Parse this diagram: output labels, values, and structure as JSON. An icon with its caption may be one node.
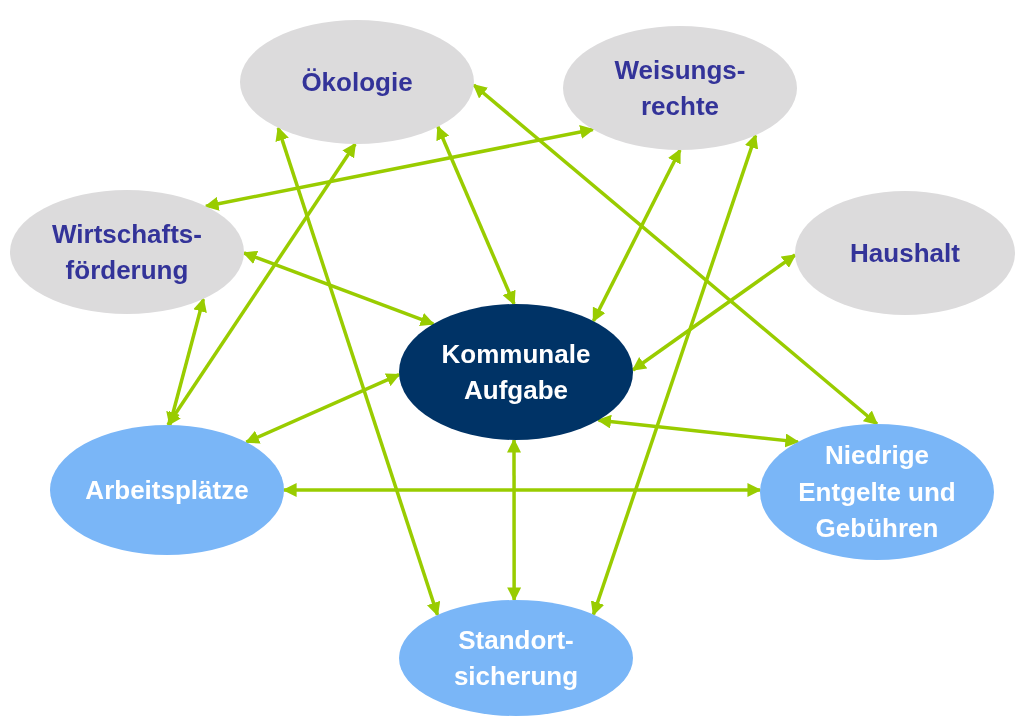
{
  "diagram": {
    "nodes": [
      {
        "text": [
          "Ökologie"
        ]
      },
      {
        "text": [
          "Weisungs- rechte"
        ]
      },
      {
        "text": [
          "Wirtschafts- förderung"
        ]
      },
      {
        "text": [
          "Haushalt"
        ]
      },
      {
        "text": [
          "Kommunale Aufgabe"
        ]
      },
      {
        "text": [
          "Arbeitsplätze"
        ]
      },
      {
        "text": [
          "Niedrige Entgelte und Gebühren"
        ]
      },
      {
        "text": [
          "Standort- sicherung"
        ]
      }
    ],
    "edges": [
      {
        "from": 1,
        "to": 2,
        "arrow": "both"
      },
      {
        "from": 0,
        "to": 5,
        "arrow": "both"
      },
      {
        "from": 0,
        "to": 7,
        "arrow": "both"
      },
      {
        "from": 0,
        "to": 4,
        "arrow": "both"
      },
      {
        "from": 0,
        "to": 6,
        "arrow": "both"
      },
      {
        "from": 1,
        "to": 4,
        "arrow": "both"
      },
      {
        "from": 1,
        "to": 7,
        "arrow": "both"
      },
      {
        "from": 2,
        "to": 4,
        "arrow": "both"
      },
      {
        "from": 2,
        "to": 5,
        "arrow": "both"
      },
      {
        "from": 3,
        "to": 4,
        "arrow": "both"
      },
      {
        "from": 4,
        "to": 5,
        "arrow": "both"
      },
      {
        "from": 4,
        "to": 6,
        "arrow": "both"
      },
      {
        "from": 4,
        "to": 7,
        "arrow": "both"
      },
      {
        "from": 5,
        "to": 6,
        "arrow": "both"
      }
    ]
  }
}
